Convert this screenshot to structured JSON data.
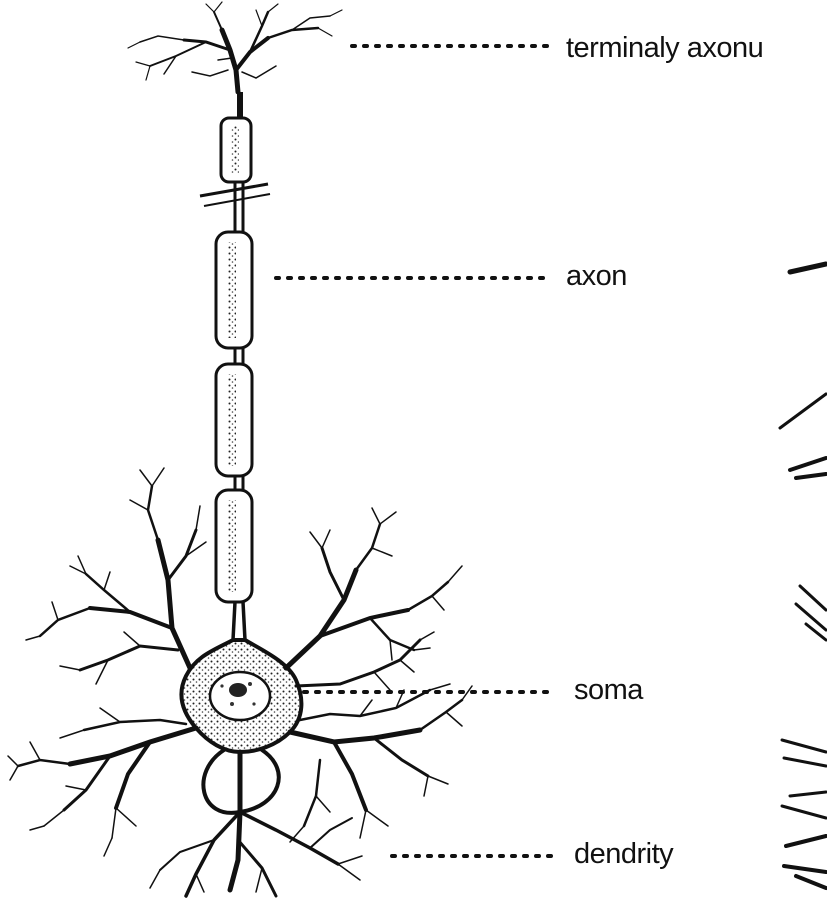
{
  "diagram": {
    "labels": {
      "terminal": "terminaly axonu",
      "axon": "axon",
      "soma": "soma",
      "dendrite": "dendrity"
    },
    "colors": {
      "ink": "#111111",
      "background": "#ffffff"
    },
    "leader_style": "dotted"
  }
}
